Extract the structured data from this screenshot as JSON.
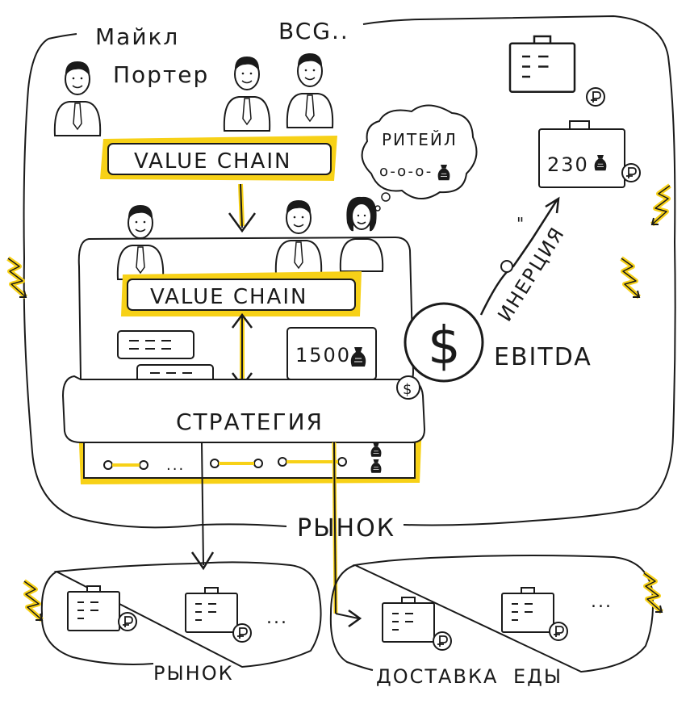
{
  "labels": {
    "porter_line1": "Майкл",
    "porter_line2": "Портер",
    "bcg": "BCG..",
    "retail": "РИТЕЙЛ",
    "value_chain_top": "VALUE CHAIN",
    "value_chain_mid": "VALUE CHAIN",
    "strategy": "СТРАТЕГИЯ",
    "market_center": "РЫНОК",
    "market_bottom": "РЫНОК",
    "delivery_line1": "ДОСТАВКА",
    "delivery_line2": "ЕДЫ",
    "inertia": "ИНЕРЦИЯ",
    "ebitda": "EBITDA",
    "dollar": "$",
    "value_1500": "1500",
    "value_230": "230",
    "ruble": "₽",
    "dots": "...",
    "retail_chain": "o-o-o-"
  },
  "colors": {
    "ink": "#1a1a1a",
    "highlight": "#f7d117",
    "highlight_soft": "#fbe56a"
  },
  "icons": [
    "person-icon",
    "briefcase-icon",
    "ruble-icon",
    "money-bag-icon",
    "dollar-icon",
    "lightning-icon",
    "arrow-icon"
  ]
}
